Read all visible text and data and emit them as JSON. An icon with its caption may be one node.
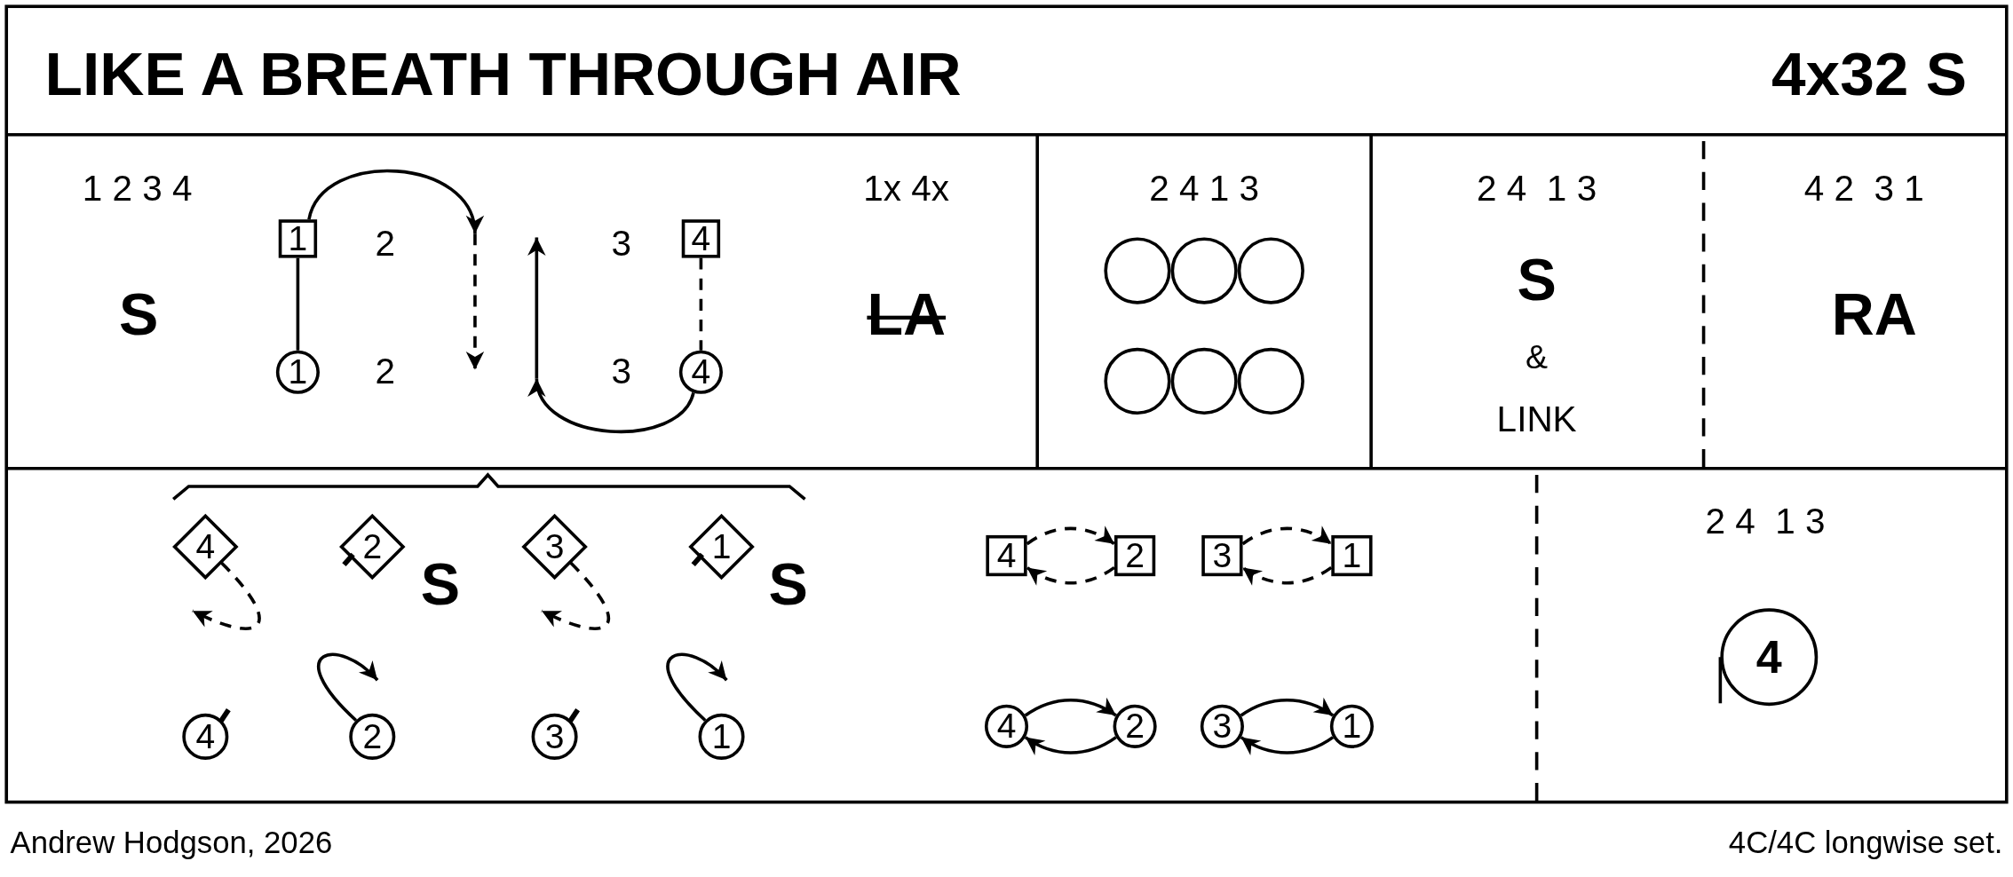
{
  "diagram": {
    "title": "LIKE A BREATH THROUGH AIR",
    "nodes": [
      {
        "text": [
          "1"
        ]
      },
      {
        "text": [
          "4"
        ]
      },
      {
        "text": [
          "1"
        ]
      },
      {
        "text": [
          "4"
        ]
      },
      {
        "text": [],
        "shape": "circle"
      },
      {
        "text": [],
        "shape": "circle"
      },
      {
        "text": [],
        "shape": "circle"
      },
      {
        "text": [],
        "shape": "circle"
      },
      {
        "text": [],
        "shape": "circle"
      },
      {
        "text": [],
        "shape": "circle"
      },
      {
        "text": [
          "4"
        ]
      },
      {
        "text": [
          "2"
        ]
      },
      {
        "text": [
          "3"
        ]
      },
      {
        "text": [
          "1"
        ]
      },
      {
        "text": [
          "4"
        ]
      },
      {
        "text": [
          "2"
        ]
      },
      {
        "text": [
          "3"
        ]
      },
      {
        "text": [
          "1"
        ]
      },
      {
        "text": [
          "4"
        ]
      },
      {
        "text": [
          "2"
        ]
      },
      {
        "text": [
          "3"
        ]
      },
      {
        "text": [
          "1"
        ]
      },
      {
        "text": [
          "4"
        ]
      },
      {
        "text": [
          "2"
        ]
      },
      {
        "text": [
          "3"
        ]
      },
      {
        "text": [
          "1"
        ]
      },
      {
        "text": [
          "4"
        ]
      }
    ],
    "edges": [
      {
        "from": 0,
        "to": 2,
        "arrow": "none"
      },
      {
        "from": 1,
        "to": 3,
        "arrow": "none",
        "style": "dashed"
      },
      {
        "from": 0,
        "to": null,
        "arrow": "to"
      },
      {
        "from": 3,
        "to": null,
        "arrow": "to"
      },
      {
        "from": 10,
        "to": null,
        "arrow": "to",
        "style": "dashed"
      },
      {
        "from": 12,
        "to": null,
        "arrow": "to",
        "style": "dashed"
      },
      {
        "from": 15,
        "to": null,
        "arrow": "to"
      },
      {
        "from": 17,
        "to": null,
        "arrow": "to"
      },
      {
        "from": 18,
        "to": 19,
        "arrow": "to",
        "style": "dashed"
      },
      {
        "from": 19,
        "to": 18,
        "arrow": "to",
        "style": "dashed"
      },
      {
        "from": 20,
        "to": 21,
        "arrow": "to",
        "style": "dashed"
      },
      {
        "from": 21,
        "to": 20,
        "arrow": "to",
        "style": "dashed"
      },
      {
        "from": 22,
        "to": 23,
        "arrow": "to"
      },
      {
        "from": 23,
        "to": 22,
        "arrow": "to"
      },
      {
        "from": 24,
        "to": 25,
        "arrow": "to"
      },
      {
        "from": 25,
        "to": 24,
        "arrow": "to"
      }
    ],
    "labels": [
      "4x32 S",
      "1 2 3 4",
      "2",
      "3",
      "1x 4x",
      "S",
      "LA",
      "2",
      "3",
      "2 4 1 3",
      "2 4  1 3",
      "S",
      "&",
      "LINK",
      "4 2  3 1",
      "RA",
      "S",
      "S",
      "2 4  1 3",
      "Andrew Hodgson, 2026",
      "4C/4C longwise set."
    ]
  }
}
